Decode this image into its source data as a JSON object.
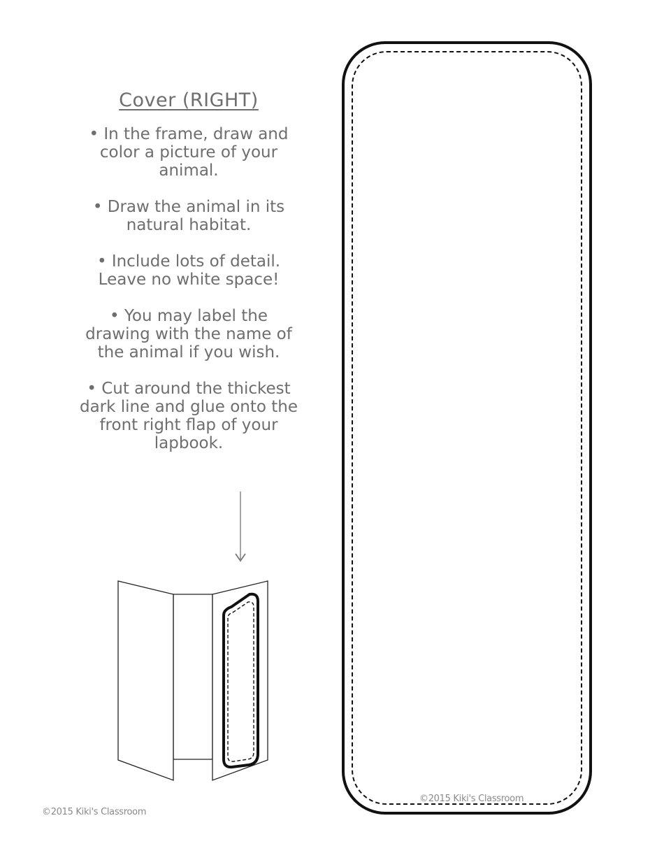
{
  "instructions": {
    "title": "Cover (RIGHT)",
    "steps": [
      "• In the frame, draw and color a picture of your animal.",
      "• Draw the animal in its natural habitat.",
      "• Include lots of detail. Leave no white space!",
      "• You may label the drawing with the name of the animal if you wish.",
      "• Cut around the thickest dark line and glue onto the front right flap of your lapbook."
    ]
  },
  "footer": {
    "copyright_left": "©2015 Kiki's Classroom",
    "copyright_frame": "©2015 Kiki's Classroom"
  },
  "icons": {
    "arrow": "arrow-down-icon",
    "lapbook": "lapbook-illustration"
  }
}
